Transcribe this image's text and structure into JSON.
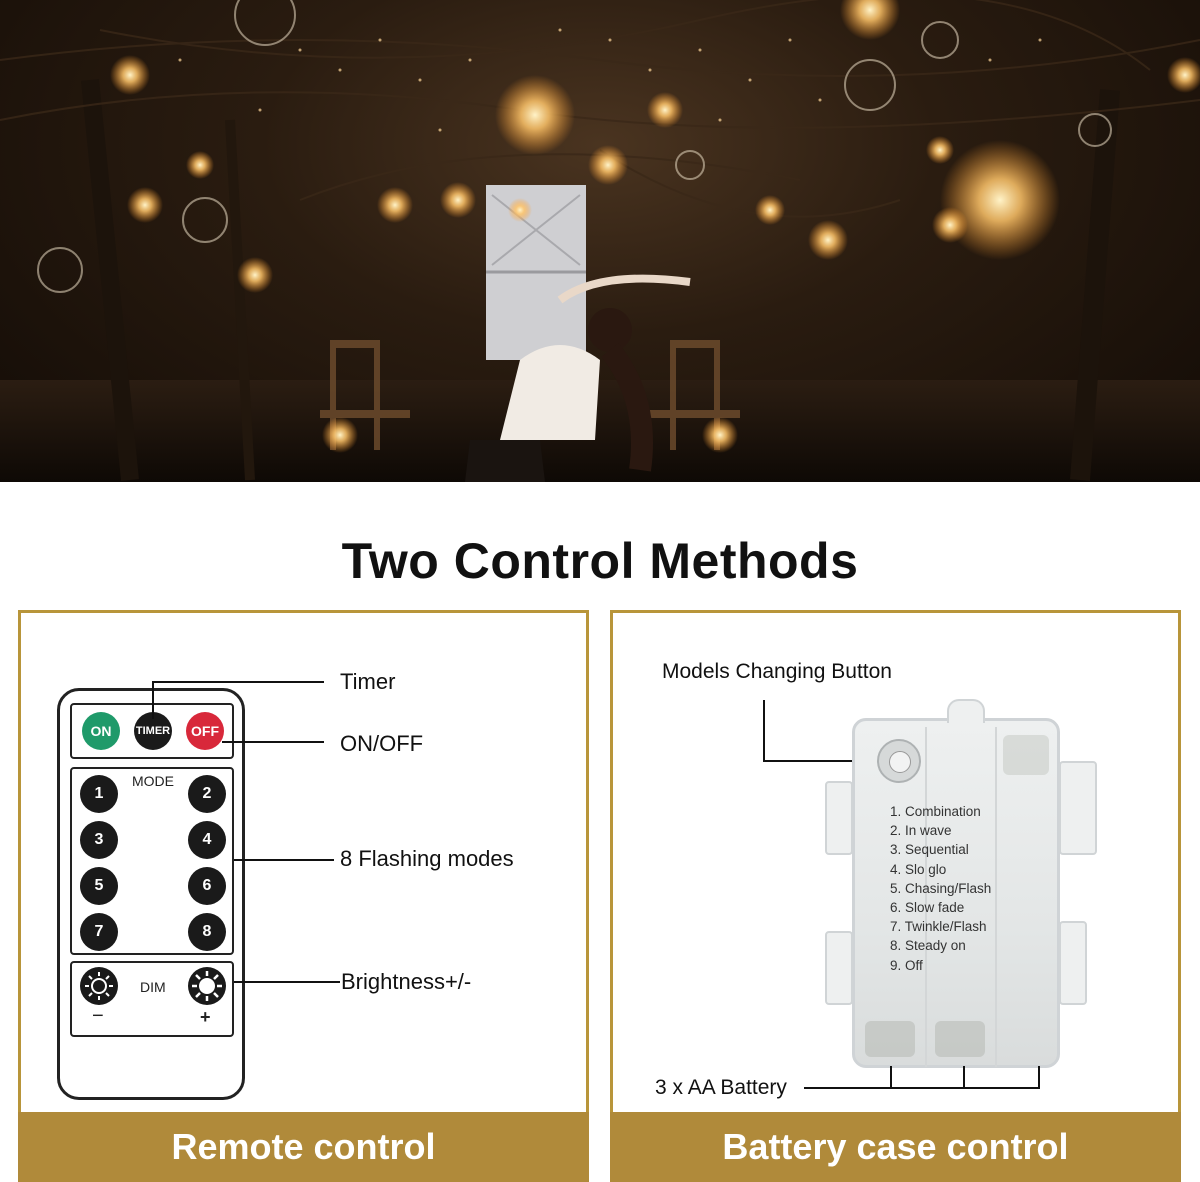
{
  "title": "Two Control Methods",
  "remote": {
    "on_label": "ON",
    "timer_label": "TIMER",
    "off_label": "OFF",
    "mode_label": "MODE",
    "mode_buttons": [
      "1",
      "2",
      "3",
      "4",
      "5",
      "6",
      "7",
      "8"
    ],
    "dim_label": "DIM",
    "minus_label": "−",
    "plus_label": "+"
  },
  "callouts_left": {
    "timer": "Timer",
    "on_off": "ON/OFF",
    "flashing": "8 Flashing modes",
    "brightness": "Brightness+/-"
  },
  "callouts_right": {
    "button": "Models Changing Button",
    "battery": "3 x AA Battery"
  },
  "modes_list": [
    "1. Combination",
    "2. In wave",
    "3. Sequential",
    "4. Slo glo",
    "5. Chasing/Flash",
    "6. Slow fade",
    "7. Twinkle/Flash",
    "8. Steady on",
    "9. Off"
  ],
  "footers": {
    "left": "Remote control",
    "right": "Battery case control"
  },
  "colors": {
    "accent_gold": "#b08a3a",
    "on_green": "#1f9a6a",
    "off_red": "#d8283a"
  }
}
